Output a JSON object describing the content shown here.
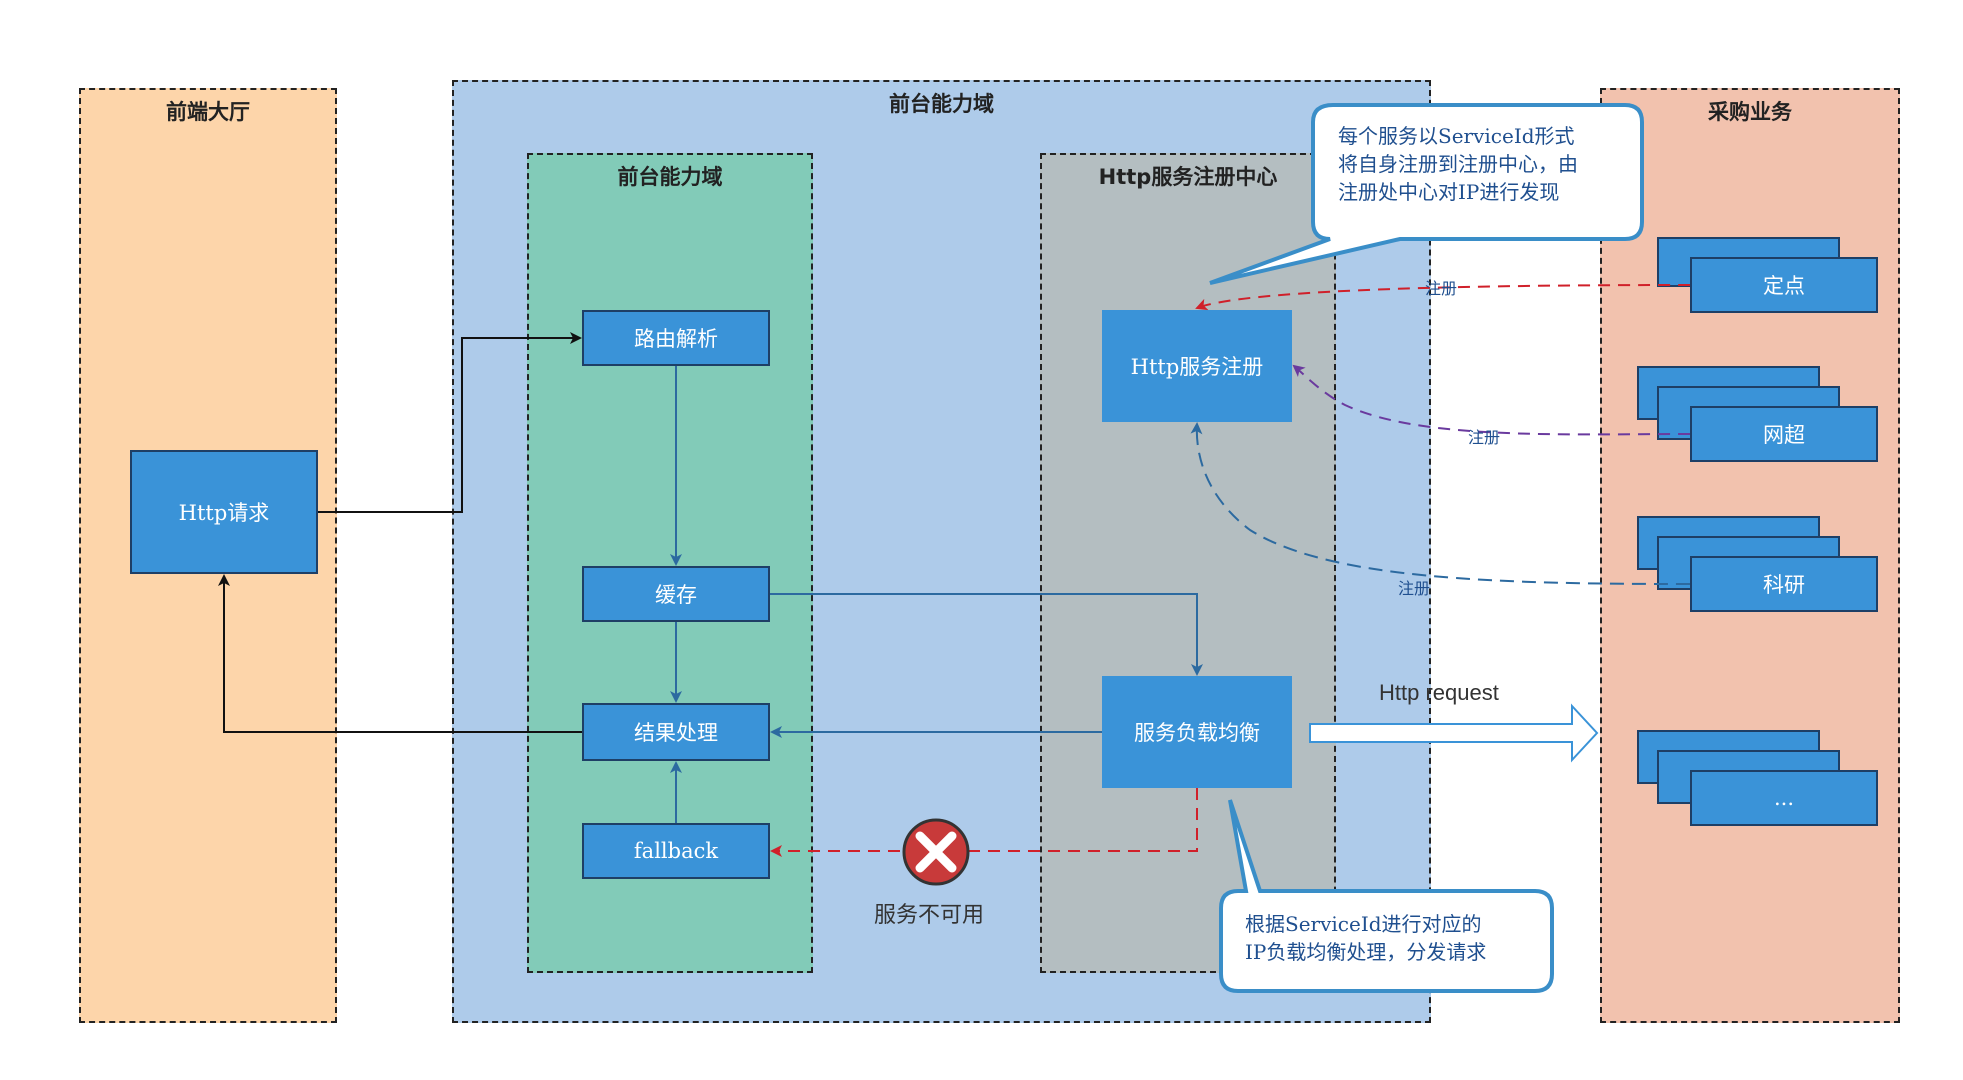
{
  "regions": {
    "frontend_hall": {
      "title": "前端大厅"
    },
    "front_domain_outer": {
      "title": "前台能力域"
    },
    "front_domain_inner": {
      "title": "前台能力域"
    },
    "registry_center": {
      "title": "Http服务注册中心"
    },
    "procurement": {
      "title": "采购业务"
    }
  },
  "nodes": {
    "http_request": "Http请求",
    "route_parse": "路由解析",
    "cache": "缓存",
    "result_process": "结果处理",
    "fallback": "fallback",
    "http_register": "Http服务注册",
    "load_balance": "服务负载均衡",
    "fixed_point": "定点",
    "net_super": "网超",
    "research": "科研",
    "more": "..."
  },
  "callouts": {
    "register_note": [
      "每个服务以ServiceId形式",
      "将自身注册到注册中心，由",
      "注册处中心对IP进行发现"
    ],
    "balance_note": [
      "根据ServiceId进行对应的",
      "IP负载均衡处理，分发请求"
    ]
  },
  "edge_labels": {
    "register_1": "注册",
    "register_2": "注册",
    "register_3": "注册",
    "http_request_arrow": "Http request",
    "service_unavailable": "服务不可用"
  },
  "colors": {
    "frontend_hall_bg": "#fdd5aa",
    "front_domain_outer_bg": "#aecbea",
    "front_domain_inner_bg": "#82cbb8",
    "registry_bg": "#b4bec1",
    "procurement_bg": "#f2c2ae",
    "node_blue": "#3a93d8",
    "red_arrow": "#d0202a",
    "purple_arrow": "#6a3a9e",
    "blue_arrow": "#2c6aa0",
    "error_icon": "#c83a3a"
  }
}
